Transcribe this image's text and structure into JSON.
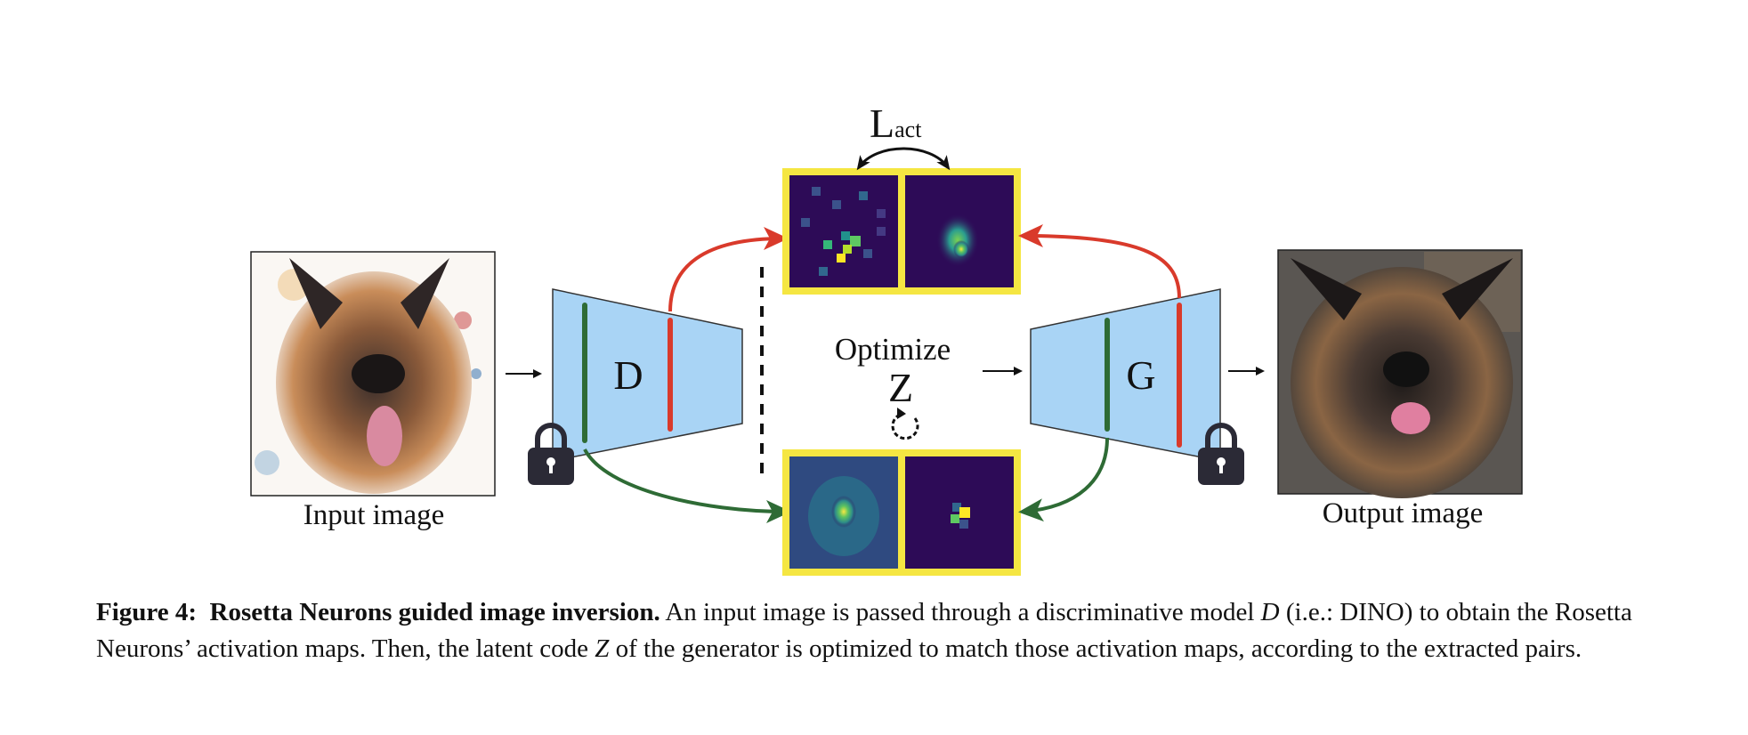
{
  "diagram": {
    "input_label": "Input image",
    "output_label": "Output image",
    "discriminator_label": "D",
    "generator_label": "G",
    "optimize_label": "Optimize",
    "latent_label": "Z",
    "loss_label": "L",
    "loss_subscript": "act",
    "colors": {
      "red_path": "#d93a2b",
      "green_path": "#2e6b35",
      "network_fill": "#a9d4f5",
      "frame_yellow": "#f5e642",
      "map_background": "#2d0b57",
      "lock": "#2b2a36"
    },
    "icons": [
      "lock-icon",
      "refresh-icon",
      "arrow-right-icon"
    ]
  },
  "caption": {
    "figure_number": "Figure 4:",
    "bold_title": "Rosetta Neurons guided image inversion.",
    "text_1": " An input image is passed through a discriminative model ",
    "var_d": "D",
    "text_2": " (i.e.: DINO) to obtain the Rosetta Neurons’ activation maps. Then, the latent code ",
    "var_z": "Z",
    "text_3": " of the generator is optimized to match those activation maps, according to the extracted pairs."
  }
}
